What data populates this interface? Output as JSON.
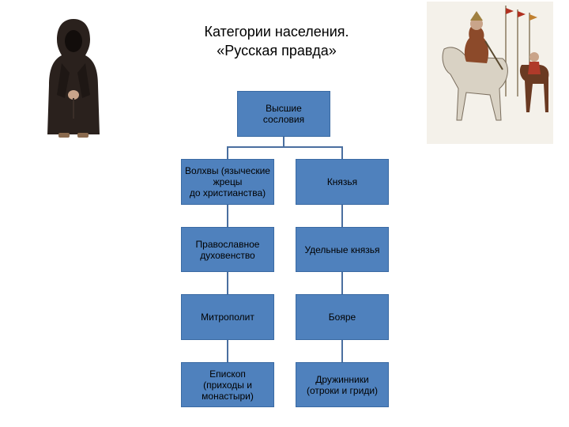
{
  "title": {
    "line1": "Категории населения.",
    "line2": "«Русская правда»"
  },
  "diagram": {
    "root": {
      "line1": "Высшие",
      "line2": "сословия"
    },
    "left": [
      {
        "lines": [
          "Волхвы (языческие",
          "жрецы",
          "до христианства)"
        ]
      },
      {
        "lines": [
          "Православное",
          "духовенство"
        ]
      },
      {
        "lines": [
          "Митрополит"
        ]
      },
      {
        "lines": [
          "Епископ",
          "(приходы и",
          "монастыри)"
        ]
      }
    ],
    "right": [
      {
        "lines": [
          "Князья"
        ]
      },
      {
        "lines": [
          "Удельные князья"
        ]
      },
      {
        "lines": [
          "Бояре"
        ]
      },
      {
        "lines": [
          "Дружинники",
          "(отроки и гриди)"
        ]
      }
    ]
  },
  "images": {
    "left": "monk-figure",
    "right": "prince-on-horseback"
  },
  "colors": {
    "box_fill": "#4f81bd",
    "connector": "#4a6fa0"
  }
}
